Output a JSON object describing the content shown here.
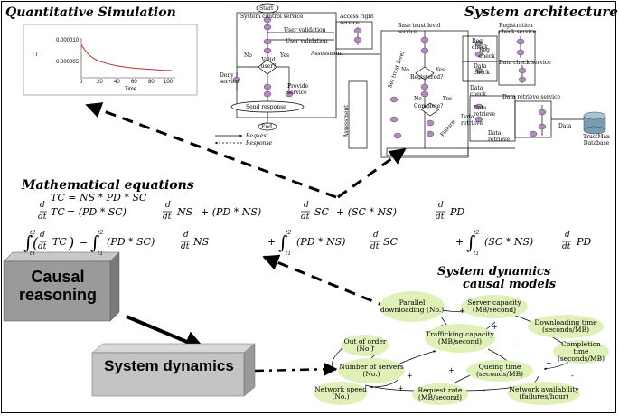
{
  "titles": {
    "quant": "Quantitative Simulation",
    "arch": "System architecture",
    "math": "Mathematical equations",
    "sd_line1": "System dynamics",
    "sd_line2": "causal models"
  },
  "boxes": {
    "causal": "Causal reasoning",
    "sysdyn": "System dynamics"
  },
  "sim_plot": {
    "y_ticks": [
      "0.000010",
      "0.000005"
    ],
    "y_label": "TT",
    "x_ticks": [
      "0",
      "20",
      "40",
      "60",
      "80",
      "100"
    ],
    "x_label": "Time",
    "curve": [
      [
        0,
        1e-05
      ],
      [
        5,
        8e-06
      ],
      [
        10,
        6.6e-06
      ],
      [
        15,
        5.7e-06
      ],
      [
        20,
        5e-06
      ],
      [
        30,
        4.2e-06
      ],
      [
        40,
        3.6e-06
      ],
      [
        50,
        3.2e-06
      ],
      [
        60,
        2.9e-06
      ],
      [
        70,
        2.7e-06
      ],
      [
        80,
        2.5e-06
      ],
      [
        90,
        2.3e-06
      ],
      [
        100,
        2.2e-06
      ]
    ]
  },
  "arch": {
    "start": "Start",
    "end": "End",
    "system_control_service": "System control service",
    "access_right_service": "Access right service",
    "user_validation_1": "User validation",
    "user_validation_2": "User validation",
    "assessment": "Assessment",
    "valid_user": "Valid user?",
    "no1": "No",
    "yes1": "Yes",
    "deny_service": "Deny service",
    "provide_service": "Provide service",
    "send_response": "Send response",
    "request": "Request",
    "response": "Response",
    "base_trust": "Base trust level service",
    "registration_check": "Registration check service",
    "reg_check_1": "Reg check",
    "reg_check_2": "Reg check",
    "registered": "Registered?",
    "no2": "No",
    "yes2": "Yes",
    "data_check_service": "Data check service",
    "data_check_1": "Data check",
    "data_check_2": "Data check",
    "complete": "Complete?",
    "no3": "No",
    "yes3": "Yes",
    "data_retrieve_service": "Data retrieve service",
    "data_retrieve_1": "Data retrieve",
    "data_retrieve_2": "Data retrieve",
    "data_retrieve_3": "Data retrieve",
    "data_label": "Data",
    "trustman_db": "TrustMan Database",
    "side_1": "Set trust level",
    "side_2": "Failure",
    "side_3": "Assessment"
  },
  "equations": {
    "e1": "TC  =  NS  *  PD  *  SC",
    "e2": "TC  =  (PD * SC) d/dt NS  +  (PD * NS) d/dt SC  +  (SC * NS) d/dt PD",
    "e2_d": "d",
    "e2_dt": "dt",
    "e2_lhs": "TC",
    "e2_t1": "=  (PD   *  SC)",
    "e2_t1b": "NS",
    "e2_t2": "+  (PD   *  NS)",
    "e2_t2b": "SC",
    "e2_t3": "+  (SC   *  NS)",
    "e2_t3b": "PD",
    "e3_lhs": "TC",
    "e3_t1": "(PD   *  SC)",
    "e3_t1b": "NS",
    "e3_t2": "(PD   *  NS)",
    "e3_t2b": "SC",
    "e3_t3": "(SC   *  NS)",
    "e3_t3b": "PD",
    "int_lo": "t1",
    "int_hi": "t2",
    "eq": "=",
    "plus": "+"
  },
  "causal_nodes": [
    {
      "key": "parallel",
      "label": "Parallel downloading (No.)"
    },
    {
      "key": "server_cap",
      "label": "Server capacity (MB/second)"
    },
    {
      "key": "dl_time",
      "label": "Downloading time (seconds/MB)"
    },
    {
      "key": "traffick",
      "label": "Trafficking capacity (MB/second)"
    },
    {
      "key": "out_of_order",
      "label": "Out of order (No.)"
    },
    {
      "key": "completion",
      "label": "Completion time (seconds/MB)"
    },
    {
      "key": "num_servers",
      "label": "Number of servers (No.)"
    },
    {
      "key": "queing",
      "label": "Queing time (seconds/MB)"
    },
    {
      "key": "net_speed",
      "label": "Network speed (No.)"
    },
    {
      "key": "req_rate",
      "label": "Request rate (MB/second)"
    },
    {
      "key": "net_avail",
      "label": "Network availability (failures/hour)"
    }
  ],
  "signs": {
    "plus": "+",
    "minus": "-"
  },
  "colors": {
    "node_fill": "#dff0b8",
    "curve": "#b03030",
    "box_gray": "#9a9a9a",
    "box_light": "#c8c8c8",
    "node_purple": "#b488c0",
    "db_blue": "#7a9cb0"
  }
}
